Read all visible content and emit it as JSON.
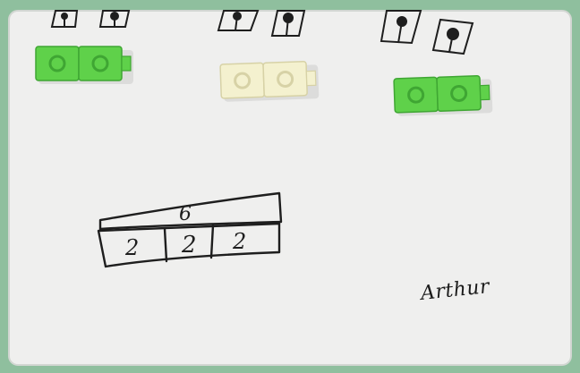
{
  "photo": {
    "board_color": "#efefee",
    "frame_color": "#8fbf9e",
    "marker_color": "#1e1e1e"
  },
  "cube_pairs": [
    {
      "id": "left-pair",
      "color": "#5fd14a",
      "shade": "#3fa633"
    },
    {
      "id": "middle-pair",
      "color": "#f4f1cf",
      "shade": "#d7d2a6"
    },
    {
      "id": "right-pair",
      "color": "#5fd14a",
      "shade": "#3fa633"
    }
  ],
  "bar_model": {
    "total": "6",
    "parts": [
      "2",
      "2",
      "2"
    ]
  },
  "name": "Arthur"
}
